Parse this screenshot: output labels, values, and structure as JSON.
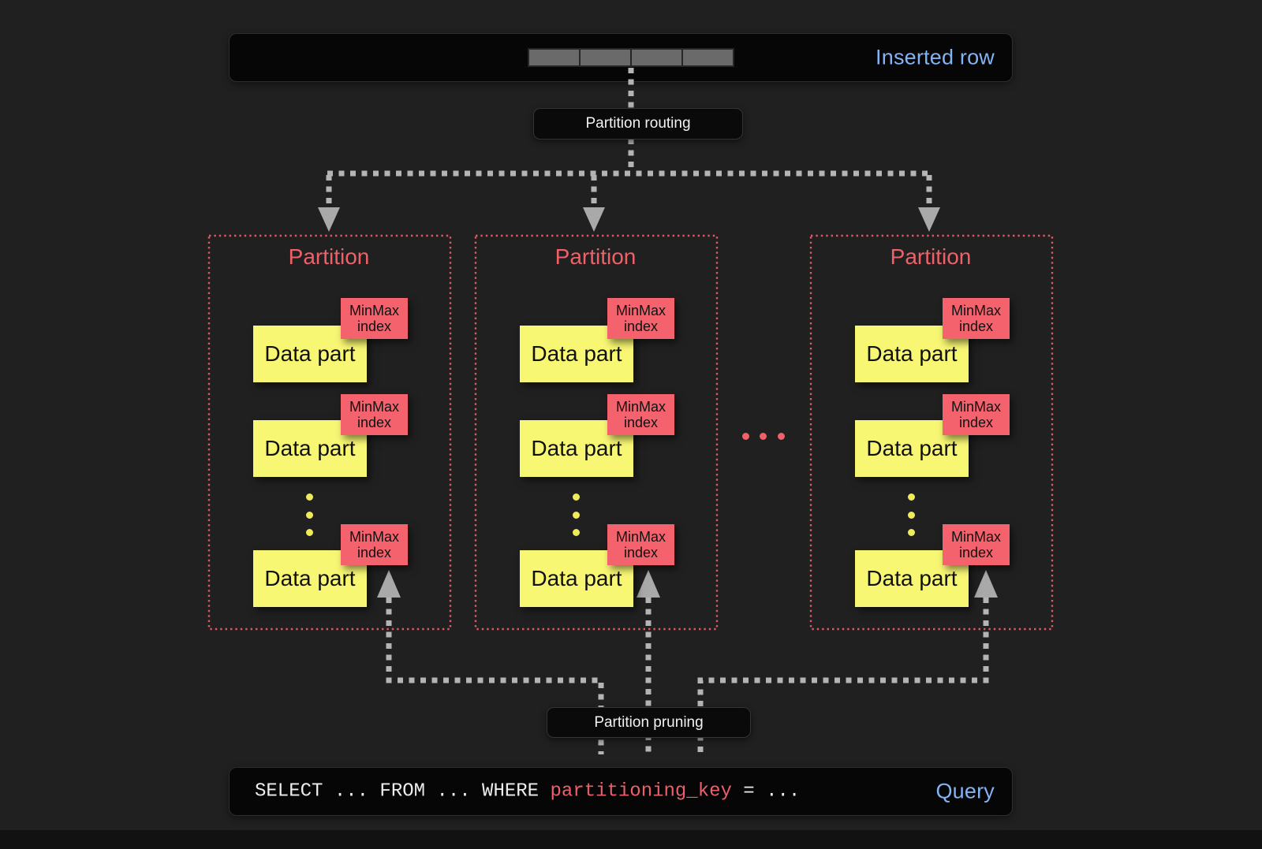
{
  "inserted_row": {
    "label": "Inserted row",
    "cell_count": 4
  },
  "labels": {
    "routing": "Partition routing",
    "pruning": "Partition pruning"
  },
  "query": {
    "prefix": "SELECT ... FROM ... WHERE ",
    "highlight": "partitioning_key",
    "suffix": " = ...",
    "label": "Query"
  },
  "partitions": [
    {
      "title": "Partition",
      "parts": [
        {
          "label": "Data part",
          "index_label": "MinMax index"
        },
        {
          "label": "Data part",
          "index_label": "MinMax index"
        },
        {
          "label": "Data part",
          "index_label": "MinMax index"
        }
      ]
    },
    {
      "title": "Partition",
      "parts": [
        {
          "label": "Data part",
          "index_label": "MinMax index"
        },
        {
          "label": "Data part",
          "index_label": "MinMax index"
        },
        {
          "label": "Data part",
          "index_label": "MinMax index"
        }
      ]
    },
    {
      "title": "Partition",
      "parts": [
        {
          "label": "Data part",
          "index_label": "MinMax index"
        },
        {
          "label": "Data part",
          "index_label": "MinMax index"
        },
        {
          "label": "Data part",
          "index_label": "MinMax index"
        }
      ]
    }
  ],
  "colors": {
    "background": "#202020",
    "bar_background": "#060606",
    "accent_blue": "#84b2f3",
    "accent_red": "#ef6069",
    "data_part_yellow": "#f8f773",
    "minmax_red": "#f4636d",
    "wire_gray": "#b4b4b4",
    "cell_gray": "#6a6a6a",
    "sql_key_red": "#ed5f6a"
  }
}
